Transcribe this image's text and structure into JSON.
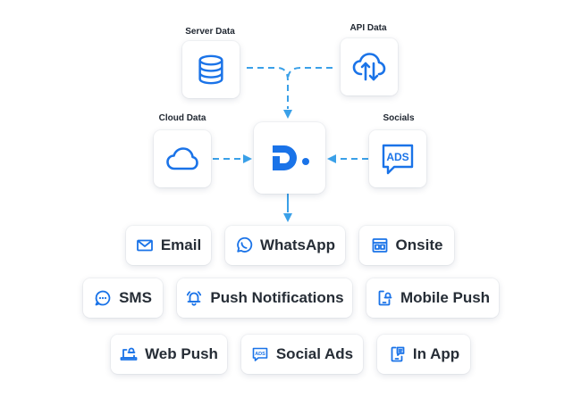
{
  "sources": {
    "server_data": "Server Data",
    "api_data": "API Data",
    "cloud_data": "Cloud Data",
    "socials": "Socials",
    "ads_text": "ADS"
  },
  "channels": {
    "email": "Email",
    "whatsapp": "WhatsApp",
    "onsite": "Onsite",
    "sms": "SMS",
    "push_notifications": "Push Notifications",
    "mobile_push": "Mobile Push",
    "web_push": "Web Push",
    "social_ads": "Social Ads",
    "in_app": "In App"
  },
  "colors": {
    "accent": "#1a73e8",
    "connector": "#3aa0e8",
    "text": "#262d36"
  },
  "icons": {
    "server_data": "database-icon",
    "api_data": "cloud-sync-icon",
    "cloud_data": "cloud-icon",
    "socials": "ads-chat-icon",
    "hub": "logo-d-icon",
    "email": "envelope-icon",
    "whatsapp": "whatsapp-icon",
    "onsite": "window-layout-icon",
    "sms": "chat-bubble-icon",
    "push_notifications": "bell-icon",
    "mobile_push": "mobile-notification-icon",
    "web_push": "laptop-notification-icon",
    "social_ads": "ads-badge-icon",
    "in_app": "mobile-message-icon"
  }
}
